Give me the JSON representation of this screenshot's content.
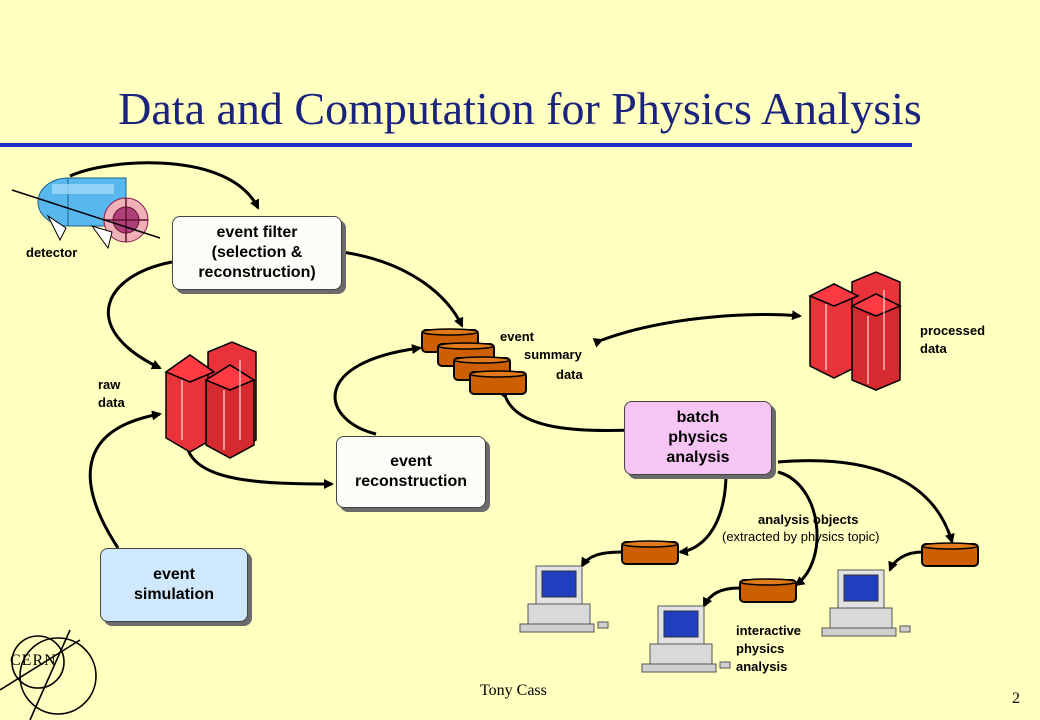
{
  "slide": {
    "title": "Data and Computation for Physics Analysis",
    "author": "Tony Cass",
    "page_number": "2",
    "logo_text": "CERN"
  },
  "boxes": {
    "event_filter": "event filter\n(selection &\nreconstruction)",
    "event_reconstruction": "event\nreconstruction",
    "batch_physics_analysis": "batch\nphysics\nanalysis",
    "event_simulation": "event\nsimulation"
  },
  "labels": {
    "detector": "detector",
    "raw_data": "raw\ndata",
    "event_summary_1": "event",
    "event_summary_2": "summary",
    "event_summary_3": "data",
    "processed_data": "processed\ndata",
    "analysis_objects": "analysis objects",
    "analysis_objects_note": "(extracted by physics topic)",
    "interactive_analysis": "interactive\nphysics\nanalysis"
  },
  "colors": {
    "background": "#ffffc0",
    "title": "#1a237e",
    "rule": "#1c2fc8",
    "data_red": "#e8333a",
    "disk_orange": "#cc5f00",
    "batch_box": "#f7c5f4",
    "simulation_box": "#cfe8fb"
  }
}
